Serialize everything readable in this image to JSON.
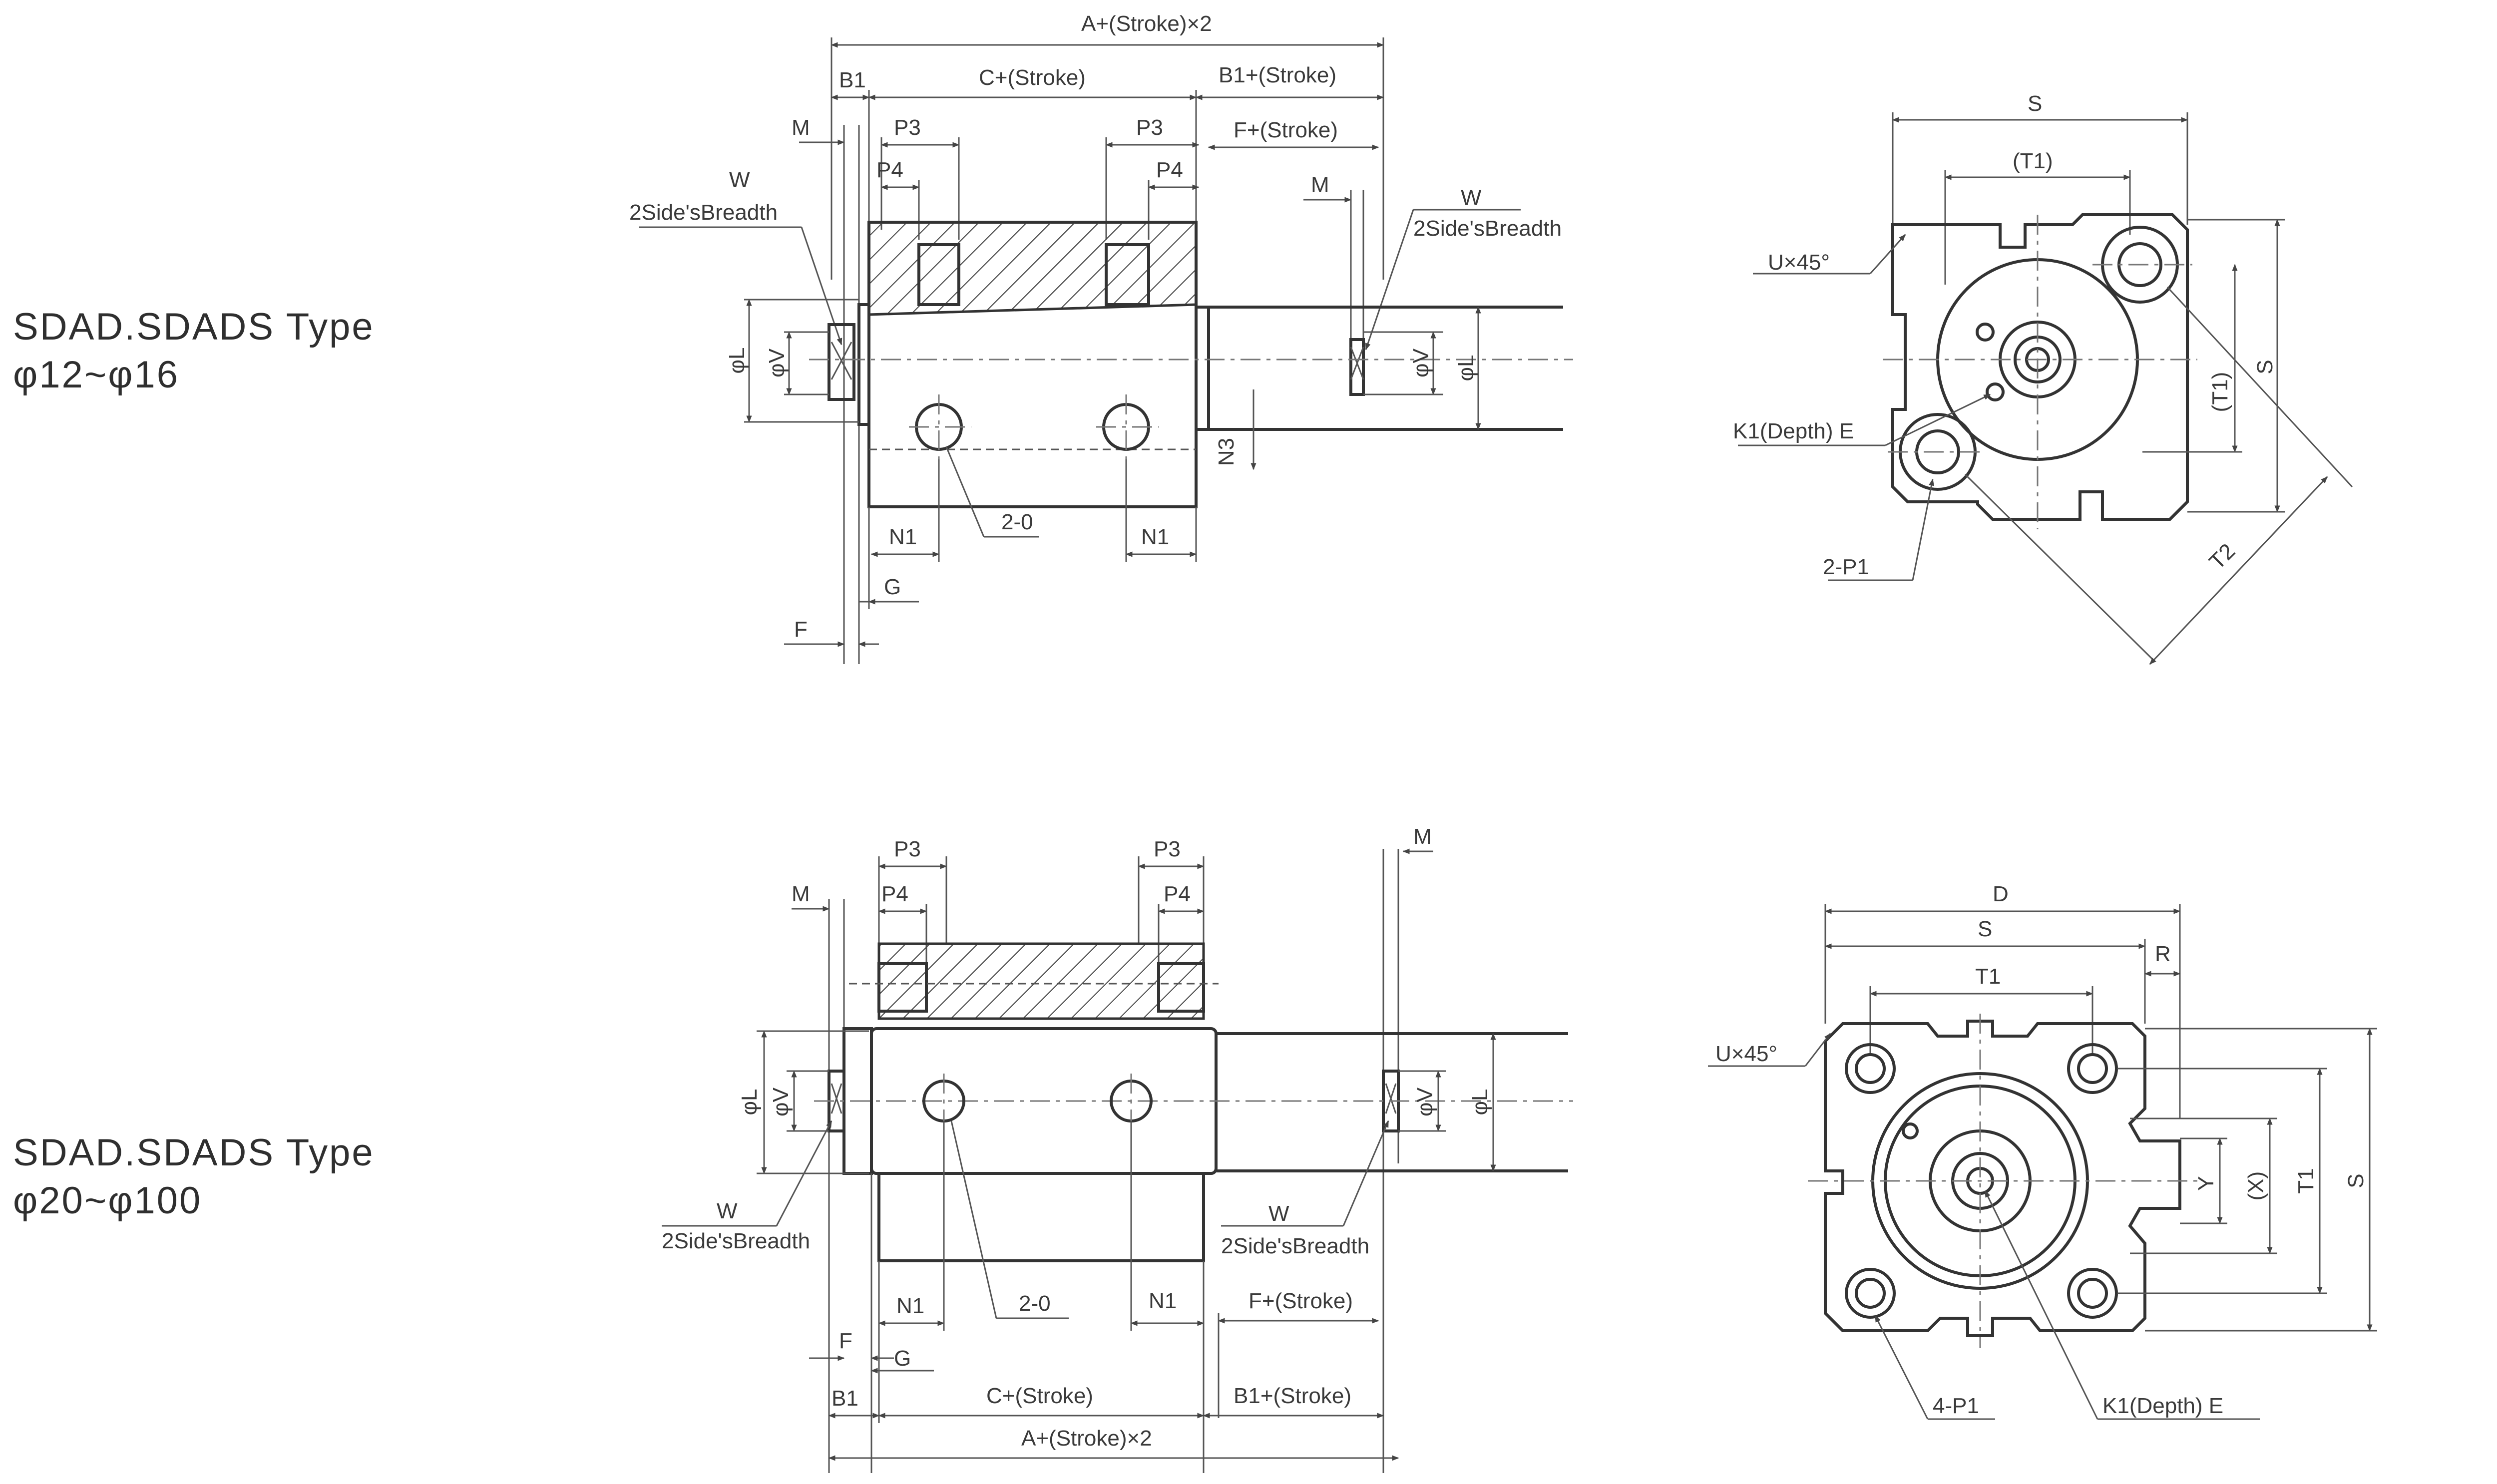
{
  "captions": {
    "top_type": "SDAD.SDADS Type",
    "top_range": "φ12~φ16",
    "bottom_type": "SDAD.SDADS Type",
    "bottom_range": "φ20~φ100"
  },
  "top_side_view": {
    "a_stroke_x2": "A+(Stroke)×2",
    "b1": "B1",
    "c_stroke": "C+(Stroke)",
    "b1_stroke": "B1+(Stroke)",
    "m_left": "M",
    "p3_left": "P3",
    "p3_right": "P3",
    "f_stroke": "F+(Stroke)",
    "p4_left": "P4",
    "p4_right": "P4",
    "m_right": "M",
    "w_left": "W",
    "side_breadth_left": "2Side'sBreadth",
    "w_right": "W",
    "side_breadth_right": "2Side'sBreadth",
    "phi_l_left": "φL",
    "phi_v_left": "φV",
    "phi_v_right": "φV",
    "phi_l_right": "φL",
    "n3": "N3",
    "n1_left": "N1",
    "port": "2-0",
    "n1_right": "N1",
    "g": "G",
    "f": "F"
  },
  "top_end_view": {
    "s_top": "S",
    "t1_paren_top": "(T1)",
    "u45": "U×45°",
    "s_side": "S",
    "t1_paren_side": "(T1)",
    "k1": "K1(Depth) E",
    "p1": "2-P1",
    "t2": "T2"
  },
  "bottom_side_view": {
    "p3_left": "P3",
    "p3_right": "P3",
    "m_right": "M",
    "m_left": "M",
    "p4_left": "P4",
    "p4_right": "P4",
    "phi_l_left": "φL",
    "phi_v_left": "φV",
    "phi_v_right": "φV",
    "phi_l_right": "φL",
    "w_left": "W",
    "side_breadth_left": "2Side'sBreadth",
    "w_right": "W",
    "side_breadth_right": "2Side'sBreadth",
    "n1_left": "N1",
    "port": "2-0",
    "n1_right": "N1",
    "f_stroke": "F+(Stroke)",
    "f": "F",
    "g": "G",
    "b1": "B1",
    "c_stroke": "C+(Stroke)",
    "b1_stroke": "B1+(Stroke)",
    "a_stroke_x2": "A+(Stroke)×2"
  },
  "bottom_end_view": {
    "d": "D",
    "s_top": "S",
    "r": "R",
    "t1_top": "T1",
    "u45": "U×45°",
    "y": "Y",
    "x_paren": "(X)",
    "t1_side": "T1",
    "s_side": "S",
    "p1": "4-P1",
    "k1": "K1(Depth) E"
  }
}
